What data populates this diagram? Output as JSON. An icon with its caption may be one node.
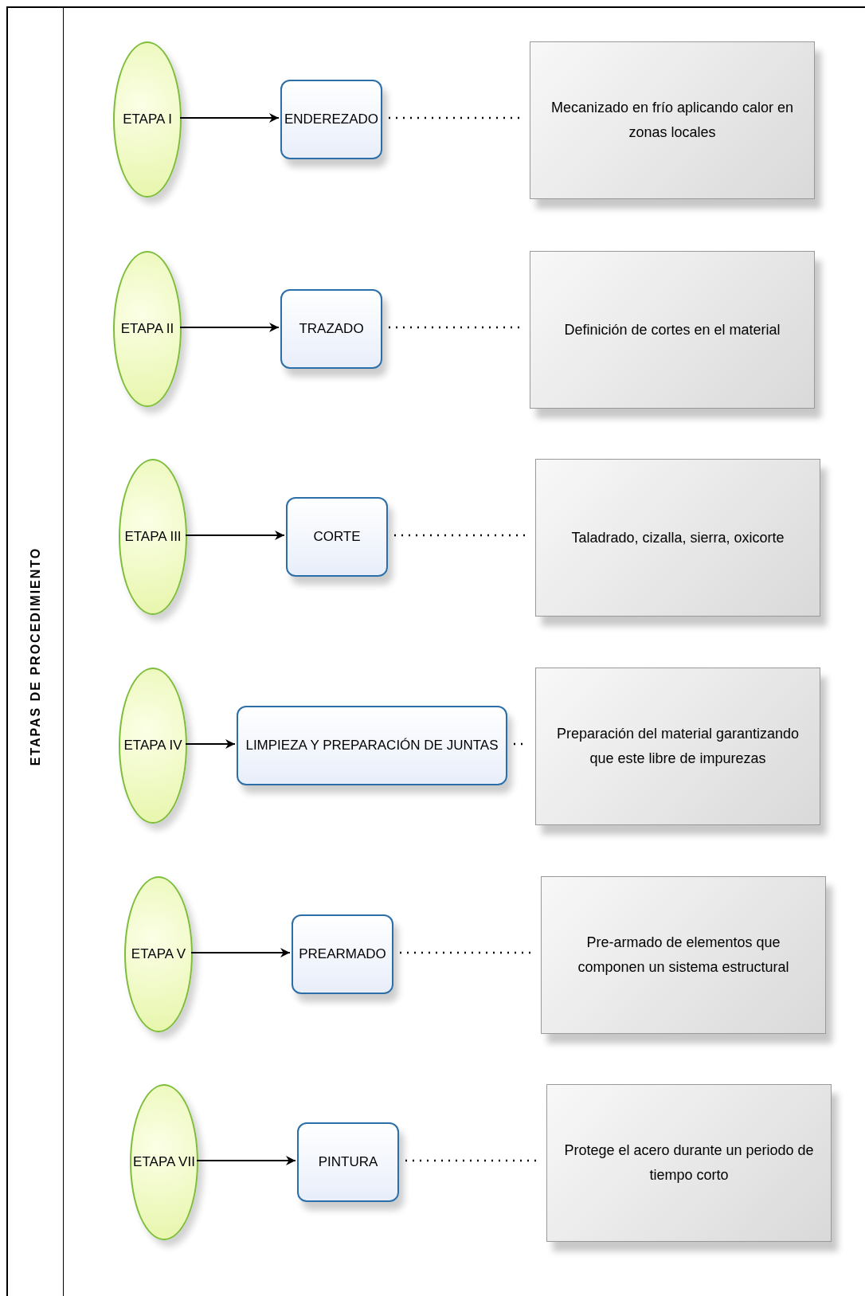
{
  "diagram": {
    "nodes": [
      {
        "text": [
          "ETAPAS DE PROCEDIMIENTO"
        ]
      },
      {
        "text": [
          "ETAPA I"
        ],
        "in": 0
      },
      {
        "text": [
          "ENDEREZADO"
        ],
        "in": 0
      },
      {
        "text": [
          "Mecanizado en frío aplicando calor en zonas locales"
        ],
        "in": 0
      },
      {
        "text": [
          "ETAPA II"
        ],
        "in": 0
      },
      {
        "text": [
          "TRAZADO"
        ],
        "in": 0
      },
      {
        "text": [
          "Definición de cortes en el material"
        ],
        "in": 0
      },
      {
        "text": [
          "ETAPA III"
        ],
        "in": 0
      },
      {
        "text": [
          "CORTE"
        ],
        "in": 0
      },
      {
        "text": [
          "Taladrado, cizalla,  sierra, oxicorte"
        ],
        "in": 0
      },
      {
        "text": [
          "ETAPA IV"
        ],
        "in": 0
      },
      {
        "text": [
          "LIMPIEZA Y PREPARACIÓN DE JUNTAS"
        ],
        "in": 0
      },
      {
        "text": [
          "Preparación del material garantizando que este libre de impurezas"
        ],
        "in": 0
      },
      {
        "text": [
          "ETAPA V"
        ],
        "in": 0
      },
      {
        "text": [
          "PREARMADO"
        ],
        "in": 0
      },
      {
        "text": [
          "Pre-armado de elementos que componen un sistema  estructural"
        ],
        "in": 0
      },
      {
        "text": [
          "ETAPA VII"
        ],
        "in": 0
      },
      {
        "text": [
          "PINTURA"
        ],
        "in": 0
      },
      {
        "text": [
          "Protege el acero durante  un periodo de tiempo corto"
        ],
        "in": 0
      }
    ],
    "edges": [
      {
        "from": 1,
        "to": 2,
        "arrow": "to"
      },
      {
        "from": 2,
        "to": 3,
        "arrow": "none",
        "style": "dashed"
      },
      {
        "from": 4,
        "to": 5,
        "arrow": "to"
      },
      {
        "from": 5,
        "to": 6,
        "arrow": "none",
        "style": "dashed"
      },
      {
        "from": 7,
        "to": 8,
        "arrow": "to"
      },
      {
        "from": 8,
        "to": 9,
        "arrow": "none",
        "style": "dashed"
      },
      {
        "from": 10,
        "to": 11,
        "arrow": "to"
      },
      {
        "from": 11,
        "to": 12,
        "arrow": "none",
        "style": "dashed"
      },
      {
        "from": 13,
        "to": 14,
        "arrow": "to"
      },
      {
        "from": 14,
        "to": 15,
        "arrow": "none",
        "style": "dashed"
      },
      {
        "from": 16,
        "to": 17,
        "arrow": "to"
      },
      {
        "from": 17,
        "to": 18,
        "arrow": "none",
        "style": "dashed"
      }
    ]
  }
}
